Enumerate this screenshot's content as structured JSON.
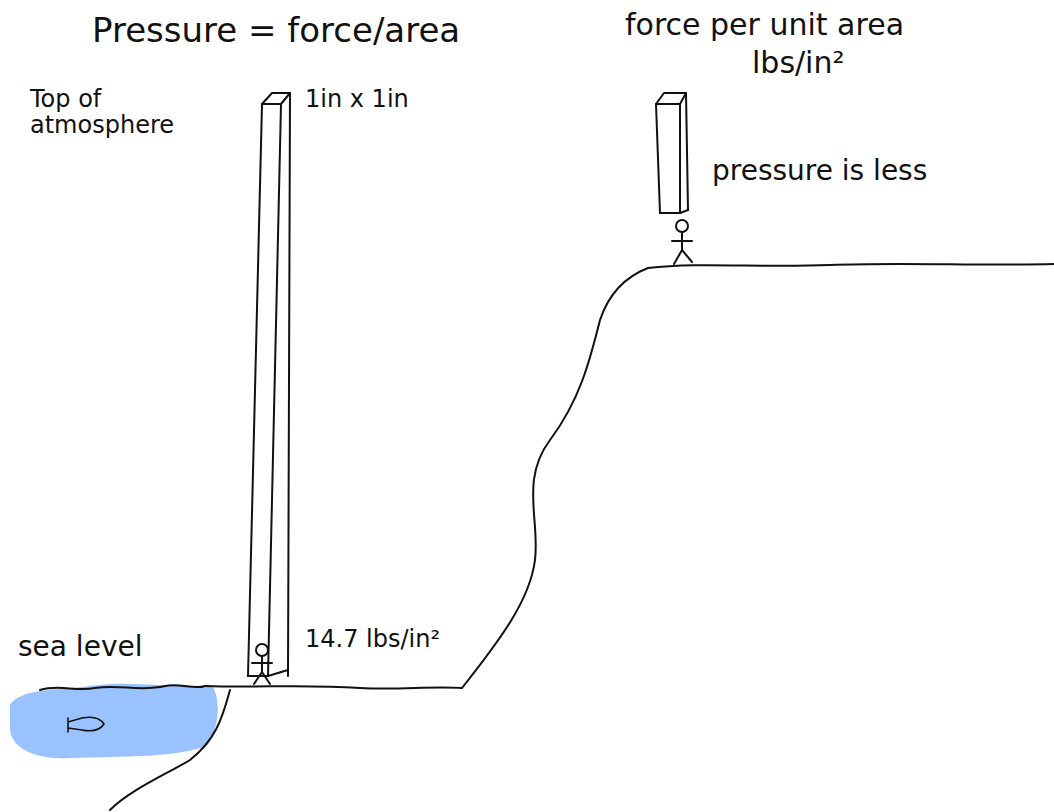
{
  "diagram": {
    "title": "Pressure = force/area",
    "labels": [
      "Top of atmosphere",
      "1in x 1in",
      "force per unit area",
      "lbs/in²",
      "pressure is less",
      "sea level",
      "14.7 lbs/in²"
    ]
  }
}
